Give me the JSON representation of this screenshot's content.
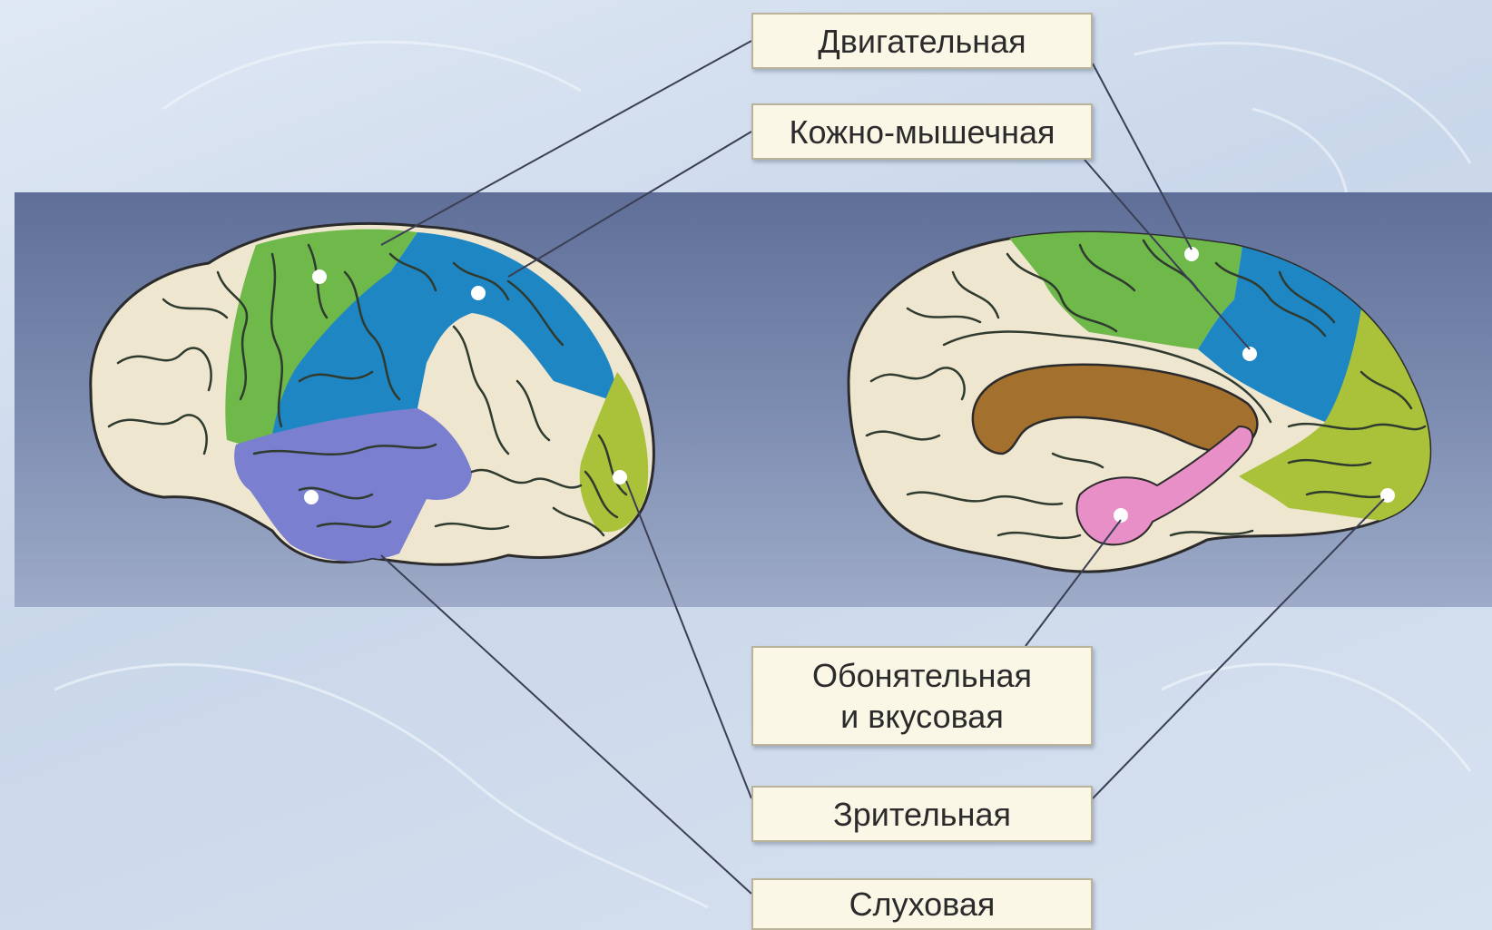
{
  "labels": {
    "motor": "Двигательная",
    "skin_muscle": "Кожно-мышечная",
    "smell_taste_line1": "Обонятельная",
    "smell_taste_line2": "и вкусовая",
    "visual": "Зрительная",
    "auditory": "Слуховая"
  },
  "colors": {
    "background": "#d3deed",
    "band": "#6e7fa6",
    "cortex_base": "#efe6cf",
    "motor_zone": "#6fb84a",
    "skin_muscle_zone": "#1f86c4",
    "auditory_zone": "#7a7fcf",
    "visual_zone": "#a9c23a",
    "corpus_callosum": "#a3702e",
    "smell_taste_zone": "#e88fc7",
    "sulcus_lines": "#2f4a2f",
    "leader_lines": "#3a3f55"
  }
}
